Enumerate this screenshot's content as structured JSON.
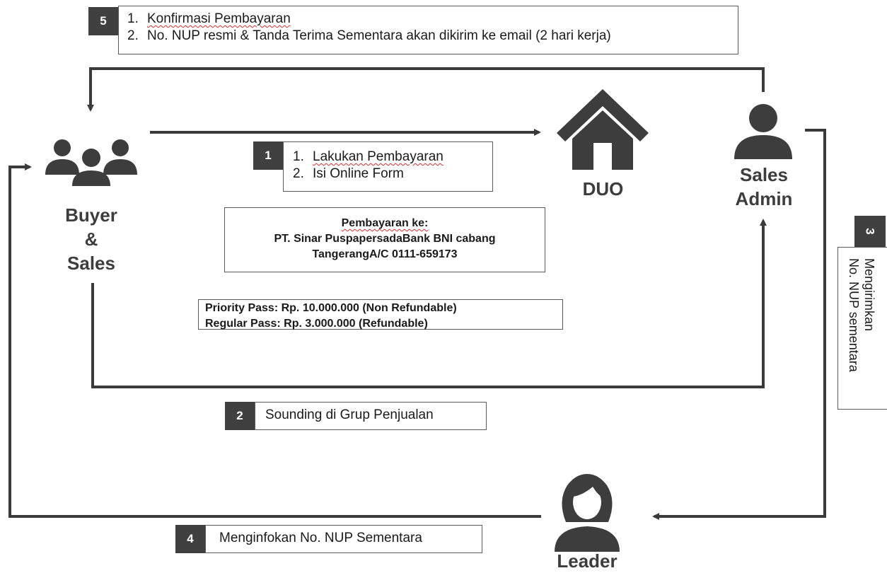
{
  "nodes": {
    "buyer": [
      "Buyer",
      "&",
      "Sales"
    ],
    "duo": "DUO",
    "sales_admin": [
      "Sales",
      "Admin"
    ],
    "leader": "Leader"
  },
  "steps": {
    "s1": {
      "badge": "1",
      "items": [
        "Lakukan Pembayaran",
        "Isi Online Form"
      ]
    },
    "s2": {
      "badge": "2",
      "text": "Sounding di Grup Penjualan"
    },
    "s3": {
      "badge": "3",
      "lines": [
        "Mengirimkan",
        "No. NUP sementara"
      ]
    },
    "s4": {
      "badge": "4",
      "text": "Menginfokan No. NUP Sementara"
    },
    "s5": {
      "badge": "5",
      "items": [
        "Konfirmasi Pembayaran",
        "No. NUP resmi & Tanda Terima Sementara akan dikirim ke email (2 hari kerja)"
      ]
    }
  },
  "payment_info": {
    "title": "Pembayaran ke:",
    "line1": "PT. Sinar PuspapersadaBank BNI cabang",
    "line2": "TangerangA/C 0111-659173"
  },
  "pass_info": {
    "priority": "Priority Pass: Rp. 10.000.000 (Non Refundable)",
    "regular": "Regular Pass: Rp. 3.000.000 (Refundable)"
  },
  "list_markers": [
    "1.",
    "2."
  ]
}
